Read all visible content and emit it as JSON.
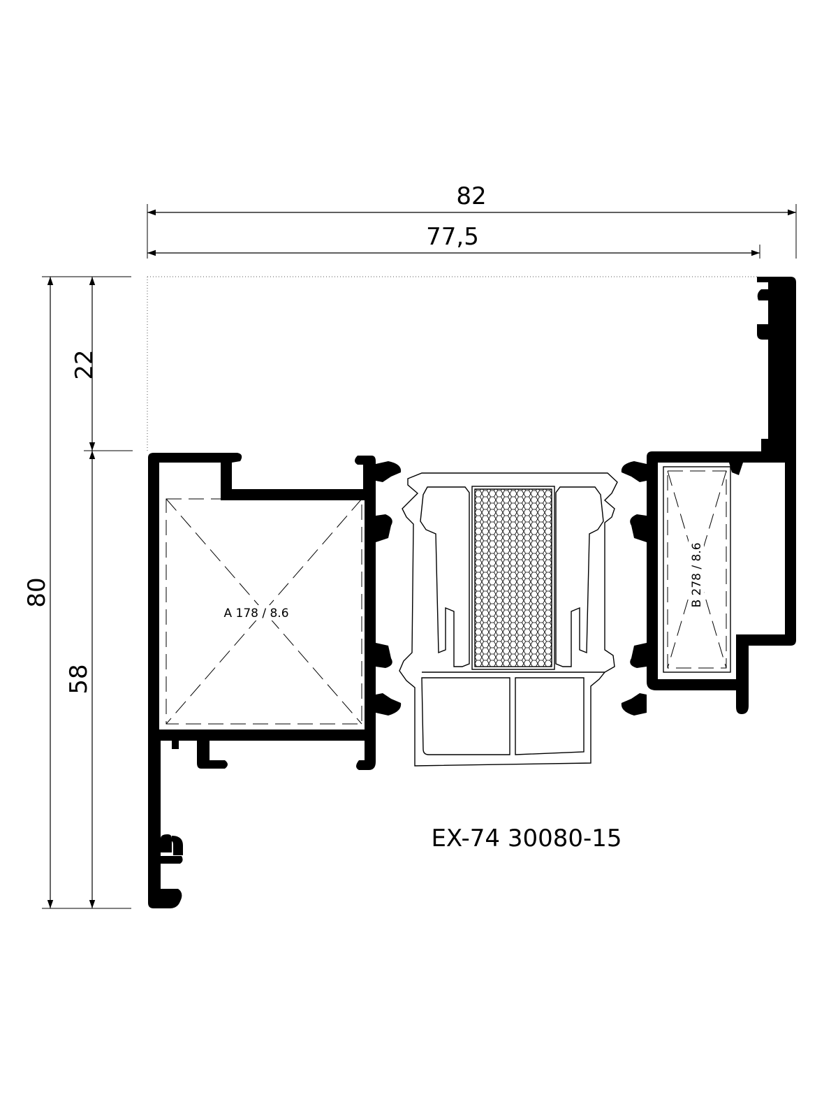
{
  "dimensions": {
    "overall_width": "82",
    "inner_width": "77,5",
    "overall_height": "80",
    "upper_height": "22",
    "lower_height": "58"
  },
  "inserts": {
    "left": "A 178 / 8.6",
    "right": "B 278 / 8.6"
  },
  "profile_code": "EX-74 30080-15"
}
